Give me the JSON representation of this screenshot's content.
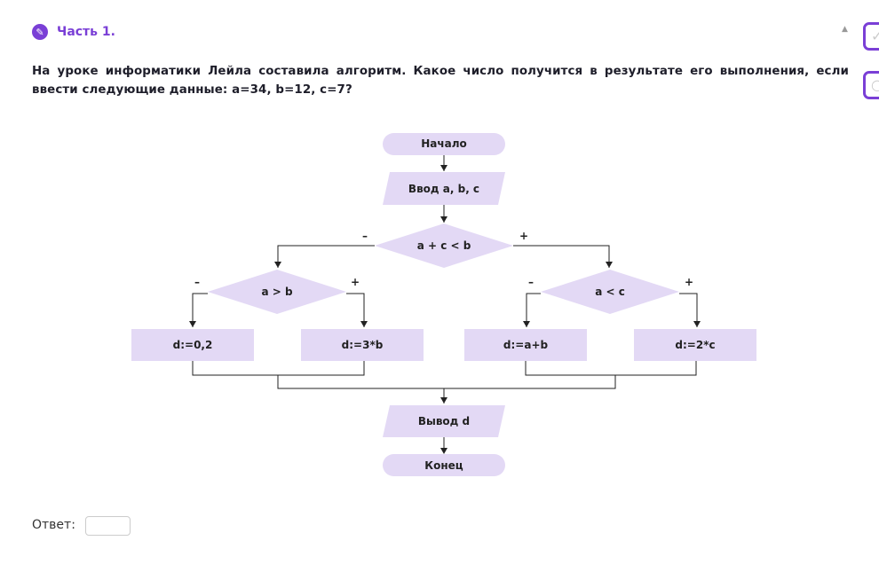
{
  "header": {
    "title": "Часть 1.",
    "icon": "pencil-icon"
  },
  "question": "На уроке информатики Лейла составила алгоритм. Какое число получится в результате его выполнения, если ввести следующие данные: a=34, b=12, c=7?",
  "flowchart": {
    "start": "Начало",
    "input": "Ввод a, b, c",
    "cond_main": "a + c < b",
    "cond_left": "a > b",
    "cond_right": "a < c",
    "box1": "d:=0,2",
    "box2": "d:=3*b",
    "box3": "d:=a+b",
    "box4": "d:=2*c",
    "output": "Вывод d",
    "end": "Конец",
    "minus": "–",
    "plus": "+",
    "fill": "#e3d9f5"
  },
  "answer": {
    "label": "Ответ:",
    "value": ""
  }
}
